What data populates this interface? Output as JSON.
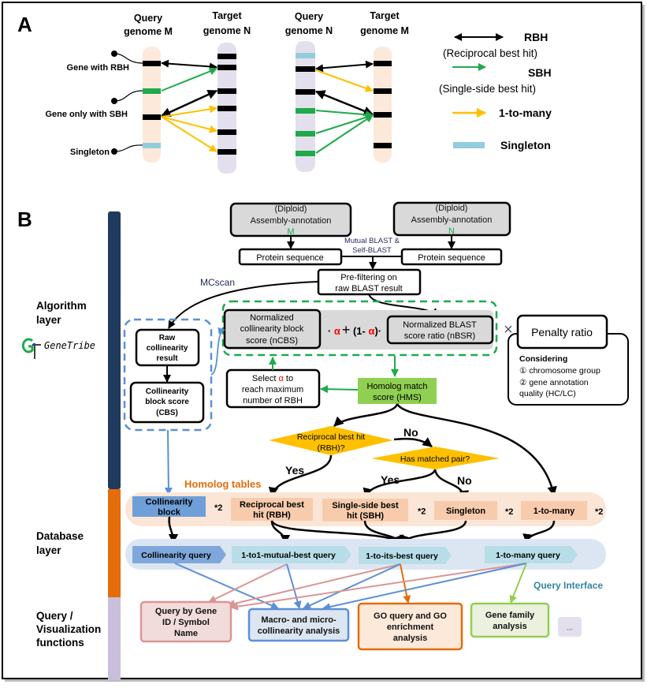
{
  "panel_a": {
    "letter": "A",
    "col1_title": [
      "Query",
      "genome M"
    ],
    "col2_title": [
      "Target",
      "genome N"
    ],
    "col3_title": [
      "Query",
      "genome N"
    ],
    "col4_title": [
      "Target",
      "genome M"
    ],
    "annotations": [
      "Gene with RBH",
      "Gene only with SBH",
      "Singleton"
    ],
    "legend": {
      "rbh": "RBH",
      "rbh_full": "(Reciprocal best hit)",
      "sbh": "SBH",
      "sbh_full": "(Single-side best hit)",
      "one_to_many": "1-to-many",
      "singleton": "Singleton"
    }
  },
  "panel_b": {
    "letter": "B",
    "layers": {
      "algorithm": [
        "Algorithm",
        "layer"
      ],
      "database": [
        "Database",
        "layer"
      ],
      "query": [
        "Query /",
        "Visualization",
        "functions"
      ]
    },
    "logo_text": "GeneTribe",
    "assembly_m": [
      "(Diploid)",
      "Assembly-annotation",
      "M"
    ],
    "assembly_n": [
      "(Diploid)",
      "Assembly-annotation",
      "N"
    ],
    "protein_m": "Protein sequence",
    "protein_n": "Protein sequence",
    "blast_label": [
      "Mutual BLAST &",
      "Self-BLAST"
    ],
    "prefilter": [
      "Pre-filtering on",
      "raw BLAST result"
    ],
    "mcscan": "MCscan",
    "raw_collinearity": [
      "Raw",
      "collinearity",
      "result"
    ],
    "cbs": [
      "Collinearity",
      "block score",
      "(CBS)"
    ],
    "ncbs": [
      "Normalized",
      "collinearity block",
      "score (nCBS)"
    ],
    "formula": {
      "dot1": "·",
      "alpha1": "α",
      "plus": "+",
      "open": "(1-",
      "alpha2": "α",
      "close": ")·"
    },
    "nbsr": [
      "Normalized BLAST",
      "score ratio (nBSR)"
    ],
    "times": "×",
    "penalty_title": "Penalty ratio",
    "penalty_body": [
      "Considering",
      "① chromosome group",
      "② gene annotation",
      "quality (HC/LC)"
    ],
    "select_alpha": {
      "pre": "Select ",
      "alpha": "α",
      "post": " to",
      "line2": "reach maximum",
      "line3": "number of RBH"
    },
    "hms": [
      "Homolog match",
      "score (HMS)"
    ],
    "decision_rbh": [
      "Reciprocal best hit",
      "(RBH)?"
    ],
    "decision_pair": "Has matched pair?",
    "yes": "Yes",
    "no": "No",
    "homolog_tables_label": "Homolog tables",
    "homolog_tables": [
      {
        "label": [
          "Collinearity",
          "block"
        ],
        "mult": "*2"
      },
      {
        "label": [
          "Reciprocal best",
          "hit (RBH)"
        ],
        "mult": ""
      },
      {
        "label": [
          "Single-side best",
          "hit (SBH)"
        ],
        "mult": "*2"
      },
      {
        "label": [
          "Singleton"
        ],
        "mult": "*2"
      },
      {
        "label": [
          "1-to-many"
        ],
        "mult": "*2"
      }
    ],
    "queries": [
      "Collinearity query",
      "1-to1-mutual-best query",
      "1-to-its-best query",
      "1-to-many query"
    ],
    "query_interface_label": "Query Interface",
    "functions": [
      [
        "Query by Gene",
        "ID / Symbol",
        "Name"
      ],
      [
        "Macro- and micro-",
        "collinearity analysis"
      ],
      [
        "GO query and GO",
        "enrichment",
        "analysis"
      ],
      [
        "Gene family",
        "analysis"
      ],
      [
        "..."
      ]
    ]
  },
  "colors": {
    "rbh": "#000000",
    "sbh": "#1faa4b",
    "one_to_many": "#ffc000",
    "singleton": "#92cddc",
    "chrom_m": "#fde9da",
    "chrom_n": "#e4dfec",
    "algorithm_layer": "#1f3a5c",
    "database_layer": "#e46c0a",
    "query_layer": "#c9bfdc",
    "alpha": "#ff0000",
    "homolog_label": "#e46c0a",
    "query_interface": "#31859c"
  }
}
